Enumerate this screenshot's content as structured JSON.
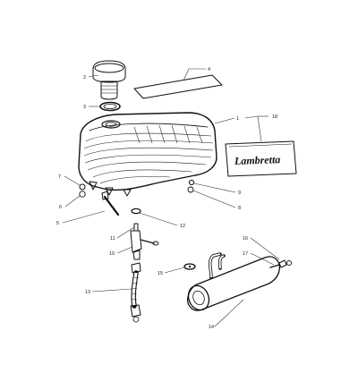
{
  "diagram": {
    "callouts": [
      "1",
      "2",
      "3",
      "4",
      "5",
      "6",
      "7",
      "8",
      "9",
      "10",
      "11",
      "12",
      "13",
      "14",
      "15",
      "16",
      "17",
      "18"
    ],
    "badge_text": "Lambretta"
  }
}
